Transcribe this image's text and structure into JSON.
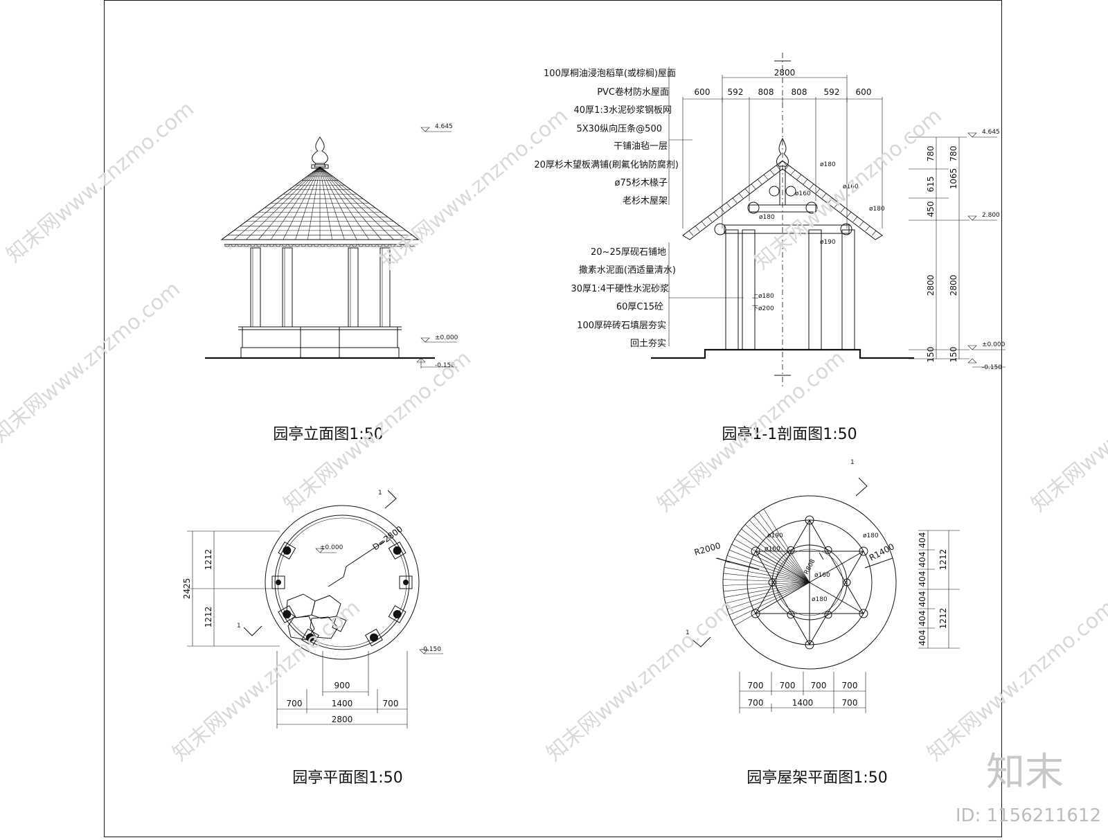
{
  "titles": {
    "elevation": "园亭立面图1:50",
    "section": "园亭1-1剖面图1:50",
    "plan": "园亭平面图1:50",
    "roof_plan": "园亭屋架平面图1:50"
  },
  "roof_layers": [
    "100厚桐油浸泡稻草(或棕榈)屋面",
    "PVC卷材防水屋面",
    "40厚1:3水泥砂浆钢板网",
    "5X30纵向压条@500",
    "干铺油毡一层",
    "20厚杉木望板满铺(刷氟化钠防腐剂)",
    "ø75杉木椽子",
    "老杉木屋架"
  ],
  "floor_layers": [
    "20~25厚砚石铺地",
    "撒素水泥面(洒适量清水)",
    "30厚1:4干硬性水泥砂浆",
    "60厚C15砼",
    "100厚碎砖石填层夯实",
    "回土夯实"
  ],
  "elevation_levels": {
    "top": "4.645",
    "zero": "±0.000",
    "minus": "-0.150"
  },
  "section_dims": {
    "overall": "2800",
    "segments": [
      "600",
      "592",
      "808",
      "808",
      "592",
      "600"
    ],
    "members": {
      "d180a": "ø180",
      "d160a": "ø160",
      "d160b": "ø160",
      "d180b": "ø180",
      "d180c": "ø180",
      "d190": "ø190"
    },
    "post_top": "上ø180",
    "post_bottom": "下ø200",
    "vert_outer": [
      "780",
      "1065",
      "2800",
      "150"
    ],
    "vert_inner": [
      "780",
      "615",
      "450",
      "2800",
      "150"
    ],
    "levels": {
      "top": "4.645",
      "eave": "2.800",
      "zero": "±0.000",
      "minus": "-0.150"
    }
  },
  "plan": {
    "diameter": "D=2800",
    "level_zero": "±0.000",
    "level_minus": "-0.150",
    "cut_marker": "1",
    "vert_dims": [
      "1212",
      "1212"
    ],
    "vert_total": "2425",
    "bottom_inner": "900",
    "bottom_row": [
      "700",
      "1400",
      "700"
    ],
    "bottom_total": "2800"
  },
  "roof_plan": {
    "cut_marker": "1",
    "radii": {
      "r2000": "R2000",
      "r1400": "R1400",
      "r808": "R808"
    },
    "members": {
      "d190": "ø190",
      "d180a": "ø180",
      "d160a": "ø160",
      "d160b": "ø160",
      "d180b": "ø180"
    },
    "vert_inner": [
      "404",
      "404",
      "404",
      "404",
      "404",
      "404"
    ],
    "vert_outer": [
      "1212",
      "1212"
    ],
    "bottom_row1": [
      "700",
      "700",
      "700",
      "700"
    ],
    "bottom_row2": [
      "700",
      "1400",
      "700"
    ]
  },
  "watermark": {
    "site": "知末网www.znzmo.com",
    "brand": "知末",
    "id": "ID: 1156211612"
  }
}
